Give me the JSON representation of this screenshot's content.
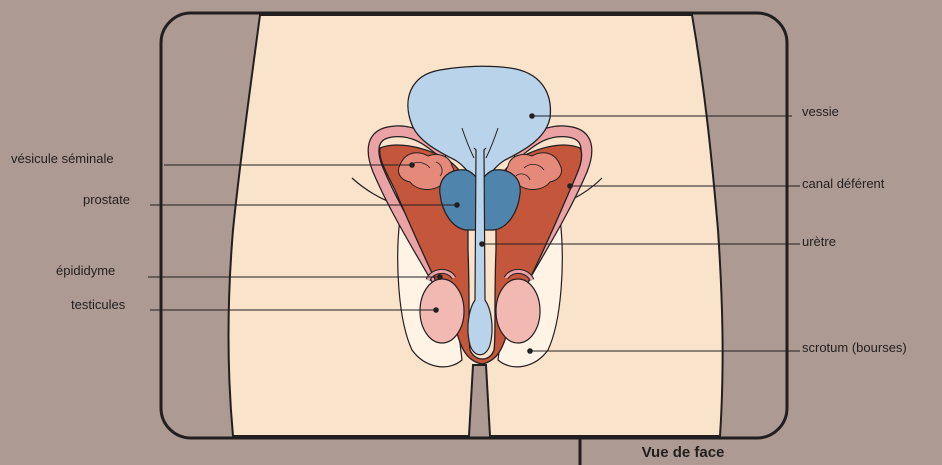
{
  "labels": {
    "vesicule": "vésicule séminale",
    "prostate": "prostate",
    "epididyme": "épididyme",
    "testicules": "testicules",
    "vessie": "vessie",
    "canal": "canal déférent",
    "uretre": "urètre",
    "scrotum": "scrotum (bourses)"
  },
  "caption": "Vue de face",
  "colors": {
    "background": "#ad9a92",
    "skin": "#fae3cb",
    "bladder": "#b9d4ea",
    "prostate": "#4f84ad",
    "muscle": "#c4563b",
    "vas_deferens": "#eaa2a4",
    "testicle": "#f2b9b3"
  }
}
